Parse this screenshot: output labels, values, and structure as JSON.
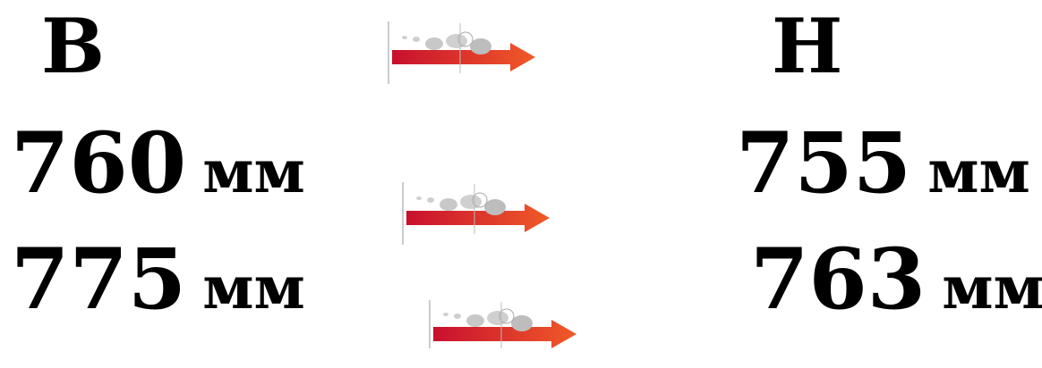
{
  "left": {
    "letter": "В",
    "values": [
      {
        "number": "760",
        "unit": "мм"
      },
      {
        "number": "775",
        "unit": "мм"
      }
    ]
  },
  "right": {
    "letter": "Н",
    "values": [
      {
        "number": "755",
        "unit": "мм"
      },
      {
        "number": "763",
        "unit": "мм"
      }
    ]
  },
  "colors": {
    "text": "#000000",
    "arrow_dark": "#c8102e",
    "arrow_light": "#f05a28",
    "bubbles": "#c8c8c8"
  },
  "icons": [
    "wind-arrow-icon",
    "wind-arrow-icon",
    "wind-arrow-icon"
  ]
}
